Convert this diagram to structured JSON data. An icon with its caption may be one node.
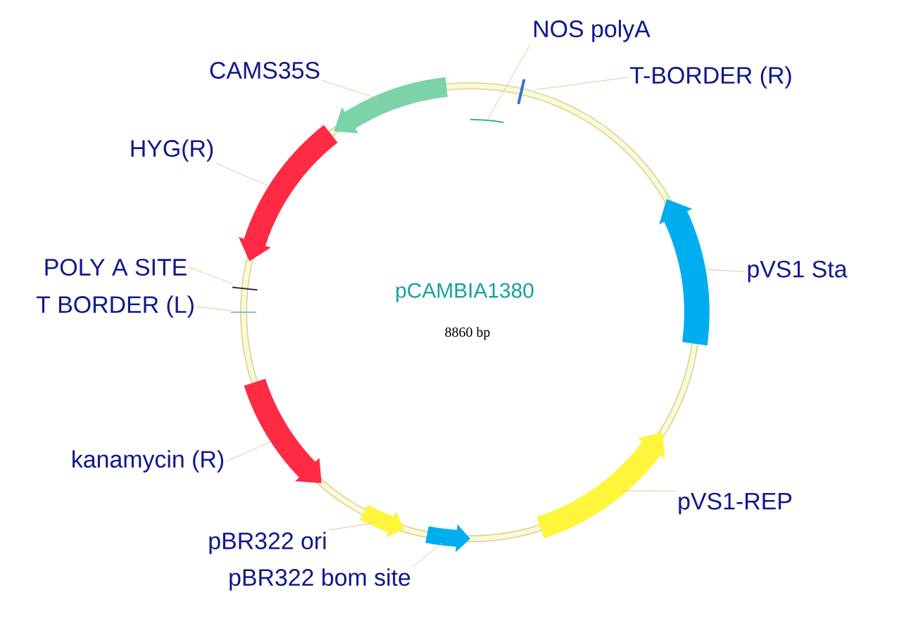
{
  "diagram": {
    "nodes": [
      {
        "text": [
          "CAMS35S"
        ]
      },
      {
        "text": [
          "NOS polyA"
        ]
      },
      {
        "text": [
          "T-BORDER (R)"
        ]
      },
      {
        "text": [
          "HYG(R)"
        ]
      },
      {
        "text": [
          "POLY A SITE"
        ]
      },
      {
        "text": [
          "T BORDER (L)"
        ]
      },
      {
        "text": [
          "pVS1 Sta"
        ]
      },
      {
        "text": [
          "kanamycin (R)"
        ]
      },
      {
        "text": [
          "pVS1-REP"
        ]
      },
      {
        "text": [
          "pBR322 ori"
        ]
      },
      {
        "text": [
          "pBR322 bom site"
        ]
      },
      {
        "text": [],
        "shape": "bar"
      },
      {
        "text": [],
        "shape": "bar"
      },
      {
        "text": [],
        "shape": "bar"
      },
      {
        "text": [],
        "shape": "bar"
      },
      {
        "text": [],
        "shape": "bar"
      },
      {
        "text": [],
        "shape": "bar"
      },
      {
        "text": [],
        "shape": "bar"
      },
      {
        "text": [],
        "shape": "bar"
      },
      {
        "text": [],
        "shape": "bar"
      },
      {
        "text": [],
        "shape": "bar"
      },
      {
        "text": [],
        "shape": "bar"
      }
    ],
    "edges": [
      {
        "from": 0,
        "to": 11,
        "arrow": "none"
      },
      {
        "from": 1,
        "to": 12,
        "arrow": "none"
      },
      {
        "from": 2,
        "to": 13,
        "arrow": "none"
      },
      {
        "from": 3,
        "to": 14,
        "arrow": "none"
      },
      {
        "from": 4,
        "to": 15,
        "arrow": "none"
      },
      {
        "from": 5,
        "to": 16,
        "arrow": "none"
      },
      {
        "from": 6,
        "to": 17,
        "arrow": "none"
      },
      {
        "from": 7,
        "to": 18,
        "arrow": "none"
      },
      {
        "from": 8,
        "to": 19,
        "arrow": "none"
      },
      {
        "from": 9,
        "to": 20,
        "arrow": "none"
      },
      {
        "from": 10,
        "to": 21,
        "arrow": "none"
      }
    ],
    "labels": [
      "pCAMBIA1380",
      "8860 bp"
    ]
  }
}
